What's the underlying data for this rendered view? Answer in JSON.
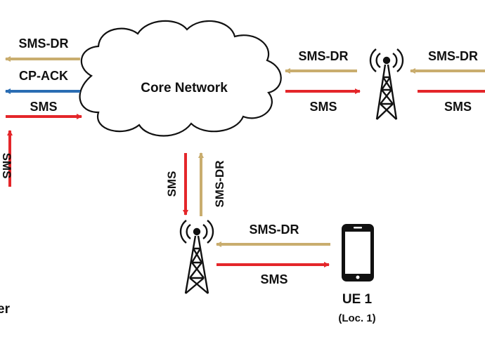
{
  "colors": {
    "sms": "#e4262a",
    "sms_dr": "#c9ad6e",
    "cp_ack": "#2a6db3",
    "outline": "#111111"
  },
  "cloud": {
    "label": "Core Network"
  },
  "left_side": {
    "sms_dr": "SMS-DR",
    "cp_ack": "CP-ACK",
    "sms": "SMS",
    "vertical_sms": "SMS",
    "sender_partial": "er"
  },
  "right_link": {
    "sms_dr": "SMS-DR",
    "sms": "SMS"
  },
  "far_right_link": {
    "sms_dr": "SMS-DR",
    "sms": "SMS"
  },
  "down_link": {
    "sms": "SMS",
    "sms_dr": "SMS-DR"
  },
  "ue_link": {
    "sms_dr": "SMS-DR",
    "sms": "SMS"
  },
  "ue": {
    "name": "UE 1",
    "location": "(Loc. 1)"
  },
  "icons": {
    "tower_right": "cell-tower-icon",
    "tower_bottom": "cell-tower-icon",
    "phone": "smartphone-icon"
  }
}
